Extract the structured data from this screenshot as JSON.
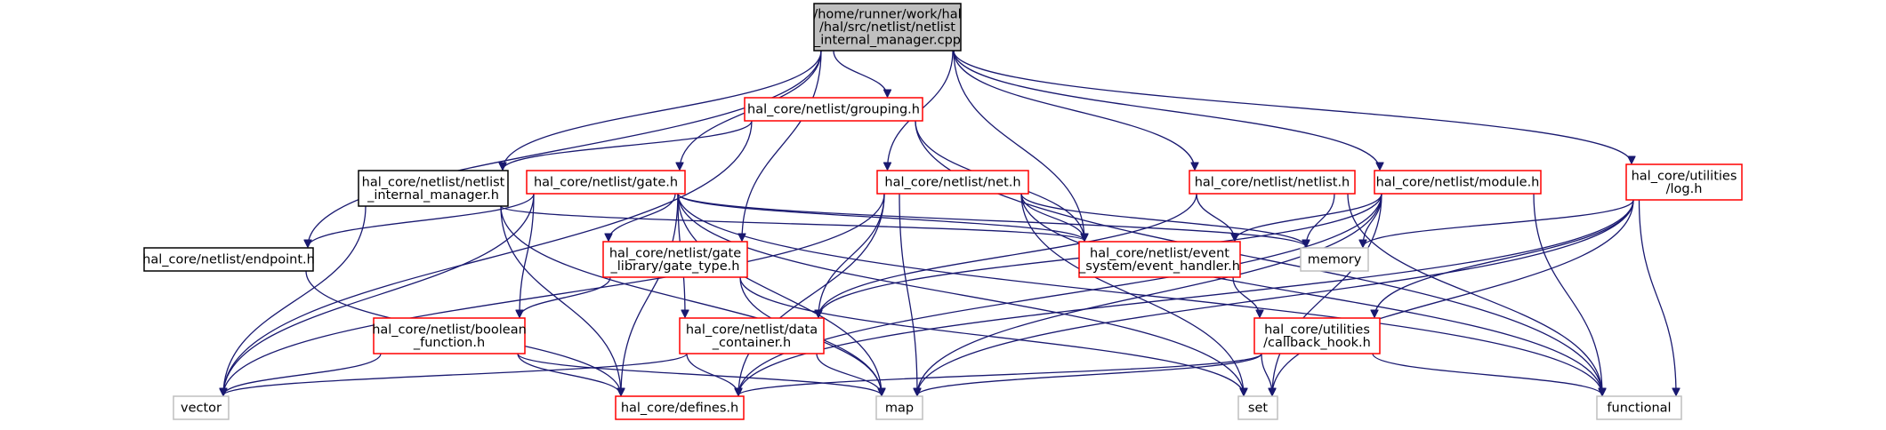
{
  "colors": {
    "edge": "#191970",
    "root_fill": "#bfbfbf",
    "root_border": "#000000",
    "documented_border": "#000000",
    "red_border": "#ff0000",
    "external_border": "#bfbfbf",
    "text": "#000000"
  },
  "nodes": [
    {
      "id": "internal_manager_cpp",
      "kind": "root",
      "lines": [
        "/home/runner/work/hal",
        "/hal/src/netlist/netlist",
        "_internal_manager.cpp"
      ]
    },
    {
      "id": "grouping_h",
      "kind": "red",
      "lines": [
        "hal_core/netlist/grouping.h"
      ]
    },
    {
      "id": "netlist_internal_manager_h",
      "kind": "documented",
      "lines": [
        "hal_core/netlist/netlist",
        "_internal_manager.h"
      ]
    },
    {
      "id": "gate_h",
      "kind": "red",
      "lines": [
        "hal_core/netlist/gate.h"
      ]
    },
    {
      "id": "net_h",
      "kind": "red",
      "lines": [
        "hal_core/netlist/net.h"
      ]
    },
    {
      "id": "netlist_h",
      "kind": "red",
      "lines": [
        "hal_core/netlist/netlist.h"
      ]
    },
    {
      "id": "module_h",
      "kind": "red",
      "lines": [
        "hal_core/netlist/module.h"
      ]
    },
    {
      "id": "log_h",
      "kind": "red",
      "lines": [
        "hal_core/utilities",
        "/log.h"
      ]
    },
    {
      "id": "endpoint_h",
      "kind": "documented",
      "lines": [
        "hal_core/netlist/endpoint.h"
      ]
    },
    {
      "id": "gate_type_h",
      "kind": "red",
      "lines": [
        "hal_core/netlist/gate",
        "_library/gate_type.h"
      ]
    },
    {
      "id": "event_handler_h",
      "kind": "red",
      "lines": [
        "hal_core/netlist/event",
        "_system/event_handler.h"
      ]
    },
    {
      "id": "memory",
      "kind": "external",
      "lines": [
        "memory"
      ]
    },
    {
      "id": "boolean_function_h",
      "kind": "red",
      "lines": [
        "hal_core/netlist/boolean",
        "_function.h"
      ]
    },
    {
      "id": "data_container_h",
      "kind": "red",
      "lines": [
        "hal_core/netlist/data",
        "_container.h"
      ]
    },
    {
      "id": "callback_hook_h",
      "kind": "red",
      "lines": [
        "hal_core/utilities",
        "/callback_hook.h"
      ]
    },
    {
      "id": "vector",
      "kind": "external",
      "lines": [
        "vector"
      ]
    },
    {
      "id": "defines_h",
      "kind": "red",
      "lines": [
        "hal_core/defines.h"
      ]
    },
    {
      "id": "map",
      "kind": "external",
      "lines": [
        "map"
      ]
    },
    {
      "id": "set",
      "kind": "external",
      "lines": [
        "set"
      ]
    },
    {
      "id": "functional",
      "kind": "external",
      "lines": [
        "functional"
      ]
    }
  ],
  "edges": [
    [
      "internal_manager_cpp",
      "grouping_h"
    ],
    [
      "internal_manager_cpp",
      "netlist_internal_manager_h"
    ],
    [
      "internal_manager_cpp",
      "gate_h"
    ],
    [
      "internal_manager_cpp",
      "net_h"
    ],
    [
      "internal_manager_cpp",
      "netlist_h"
    ],
    [
      "internal_manager_cpp",
      "module_h"
    ],
    [
      "internal_manager_cpp",
      "log_h"
    ],
    [
      "internal_manager_cpp",
      "endpoint_h"
    ],
    [
      "internal_manager_cpp",
      "gate_type_h"
    ],
    [
      "internal_manager_cpp",
      "event_handler_h"
    ],
    [
      "grouping_h",
      "netlist_internal_manager_h"
    ],
    [
      "grouping_h",
      "event_handler_h"
    ],
    [
      "grouping_h",
      "vector"
    ],
    [
      "grouping_h",
      "functional"
    ],
    [
      "netlist_internal_manager_h",
      "event_handler_h"
    ],
    [
      "netlist_internal_manager_h",
      "defines_h"
    ],
    [
      "netlist_internal_manager_h",
      "vector"
    ],
    [
      "netlist_internal_manager_h",
      "map"
    ],
    [
      "gate_h",
      "endpoint_h"
    ],
    [
      "gate_h",
      "gate_type_h"
    ],
    [
      "gate_h",
      "boolean_function_h"
    ],
    [
      "gate_h",
      "data_container_h"
    ],
    [
      "gate_h",
      "event_handler_h"
    ],
    [
      "gate_h",
      "memory"
    ],
    [
      "gate_h",
      "defines_h"
    ],
    [
      "gate_h",
      "vector"
    ],
    [
      "gate_h",
      "map"
    ],
    [
      "gate_h",
      "set"
    ],
    [
      "gate_h",
      "functional"
    ],
    [
      "net_h",
      "data_container_h"
    ],
    [
      "net_h",
      "event_handler_h"
    ],
    [
      "net_h",
      "memory"
    ],
    [
      "net_h",
      "defines_h"
    ],
    [
      "net_h",
      "vector"
    ],
    [
      "net_h",
      "map"
    ],
    [
      "net_h",
      "set"
    ],
    [
      "net_h",
      "functional"
    ],
    [
      "netlist_h",
      "event_handler_h"
    ],
    [
      "netlist_h",
      "memory"
    ],
    [
      "netlist_h",
      "data_container_h"
    ],
    [
      "netlist_h",
      "functional"
    ],
    [
      "module_h",
      "event_handler_h"
    ],
    [
      "module_h",
      "memory"
    ],
    [
      "module_h",
      "data_container_h"
    ],
    [
      "module_h",
      "defines_h"
    ],
    [
      "module_h",
      "map"
    ],
    [
      "module_h",
      "set"
    ],
    [
      "module_h",
      "functional"
    ],
    [
      "log_h",
      "memory"
    ],
    [
      "log_h",
      "callback_hook_h"
    ],
    [
      "log_h",
      "defines_h"
    ],
    [
      "log_h",
      "map"
    ],
    [
      "log_h",
      "set"
    ],
    [
      "log_h",
      "functional"
    ],
    [
      "endpoint_h",
      "defines_h"
    ],
    [
      "gate_type_h",
      "boolean_function_h"
    ],
    [
      "gate_type_h",
      "map"
    ],
    [
      "gate_type_h",
      "set"
    ],
    [
      "event_handler_h",
      "callback_hook_h"
    ],
    [
      "boolean_function_h",
      "defines_h"
    ],
    [
      "boolean_function_h",
      "vector"
    ],
    [
      "boolean_function_h",
      "map"
    ],
    [
      "data_container_h",
      "defines_h"
    ],
    [
      "data_container_h",
      "vector"
    ],
    [
      "data_container_h",
      "map"
    ],
    [
      "callback_hook_h",
      "defines_h"
    ],
    [
      "callback_hook_h",
      "map"
    ],
    [
      "callback_hook_h",
      "set"
    ],
    [
      "callback_hook_h",
      "functional"
    ]
  ]
}
